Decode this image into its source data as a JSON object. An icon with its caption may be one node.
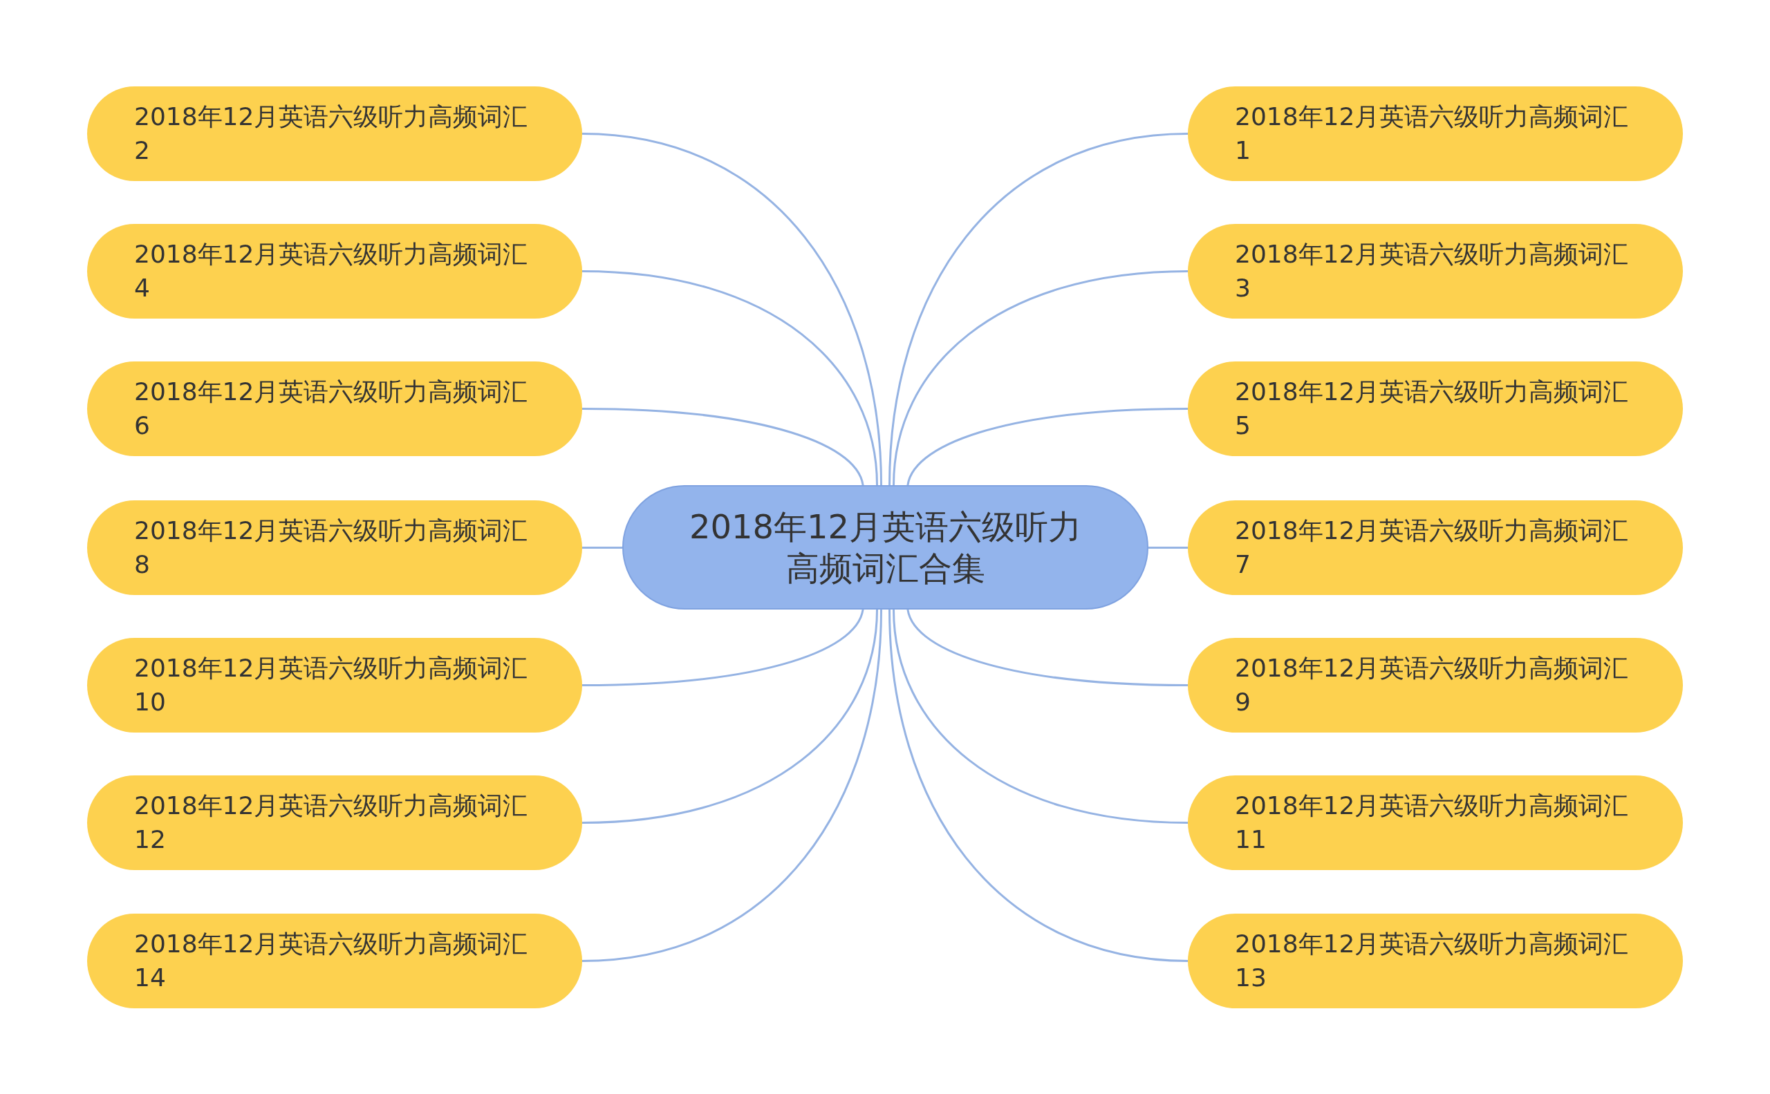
{
  "diagram": {
    "nodes": [
      {
        "text": [
          "2018年12月英语六级听力高频词汇合集"
        ]
      },
      {
        "text": [
          "2018年12月英语六级听力高频词汇1"
        ]
      },
      {
        "text": [
          "2018年12月英语六级听力高频词汇2"
        ]
      },
      {
        "text": [
          "2018年12月英语六级听力高频词汇3"
        ]
      },
      {
        "text": [
          "2018年12月英语六级听力高频词汇4"
        ]
      },
      {
        "text": [
          "2018年12月英语六级听力高频词汇5"
        ]
      },
      {
        "text": [
          "2018年12月英语六级听力高频词汇6"
        ]
      },
      {
        "text": [
          "2018年12月英语六级听力高频词汇7"
        ]
      },
      {
        "text": [
          "2018年12月英语六级听力高频词汇8"
        ]
      },
      {
        "text": [
          "2018年12月英语六级听力高频词汇9"
        ]
      },
      {
        "text": [
          "2018年12月英语六级听力高频词汇10"
        ]
      },
      {
        "text": [
          "2018年12月英语六级听力高频词汇11"
        ]
      },
      {
        "text": [
          "2018年12月英语六级听力高频词汇12"
        ]
      },
      {
        "text": [
          "2018年12月英语六级听力高频词汇13"
        ]
      },
      {
        "text": [
          "2018年12月英语六级听力高频词汇14"
        ]
      }
    ],
    "edges": [
      {
        "from": 0,
        "to": 1,
        "arrow": "none"
      },
      {
        "from": 0,
        "to": 2,
        "arrow": "none"
      },
      {
        "from": 0,
        "to": 3,
        "arrow": "none"
      },
      {
        "from": 0,
        "to": 4,
        "arrow": "none"
      },
      {
        "from": 0,
        "to": 5,
        "arrow": "none"
      },
      {
        "from": 0,
        "to": 6,
        "arrow": "none"
      },
      {
        "from": 0,
        "to": 7,
        "arrow": "none"
      },
      {
        "from": 0,
        "to": 8,
        "arrow": "none"
      },
      {
        "from": 0,
        "to": 9,
        "arrow": "none"
      },
      {
        "from": 0,
        "to": 10,
        "arrow": "none"
      },
      {
        "from": 0,
        "to": 11,
        "arrow": "none"
      },
      {
        "from": 0,
        "to": 12,
        "arrow": "none"
      },
      {
        "from": 0,
        "to": 13,
        "arrow": "none"
      },
      {
        "from": 0,
        "to": 14,
        "arrow": "none"
      }
    ]
  }
}
